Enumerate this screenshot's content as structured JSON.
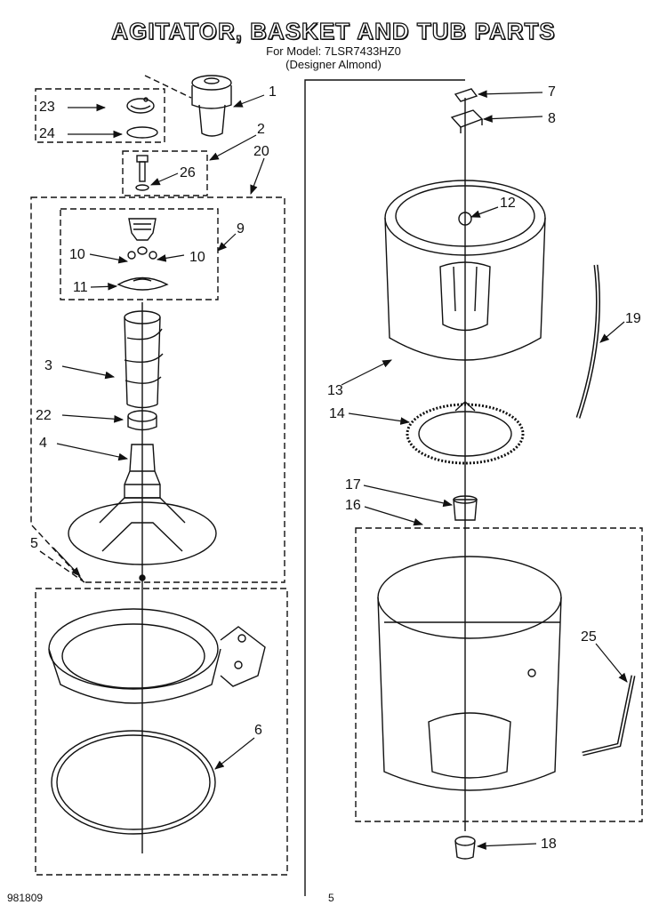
{
  "header": {
    "title": "AGITATOR, BASKET AND TUB PARTS",
    "model_line": "For Model: 7LSR7433HZ0",
    "variant_line": "(Designer Almond)"
  },
  "callouts": [
    "1",
    "2",
    "3",
    "4",
    "5",
    "6",
    "7",
    "8",
    "9",
    "10",
    "10",
    "11",
    "12",
    "13",
    "14",
    "16",
    "17",
    "18",
    "19",
    "20",
    "22",
    "23",
    "24",
    "25",
    "26"
  ],
  "footer": {
    "code": "981809",
    "page_number": "5"
  },
  "colors": {
    "ink": "#111111",
    "paper": "#ffffff"
  }
}
